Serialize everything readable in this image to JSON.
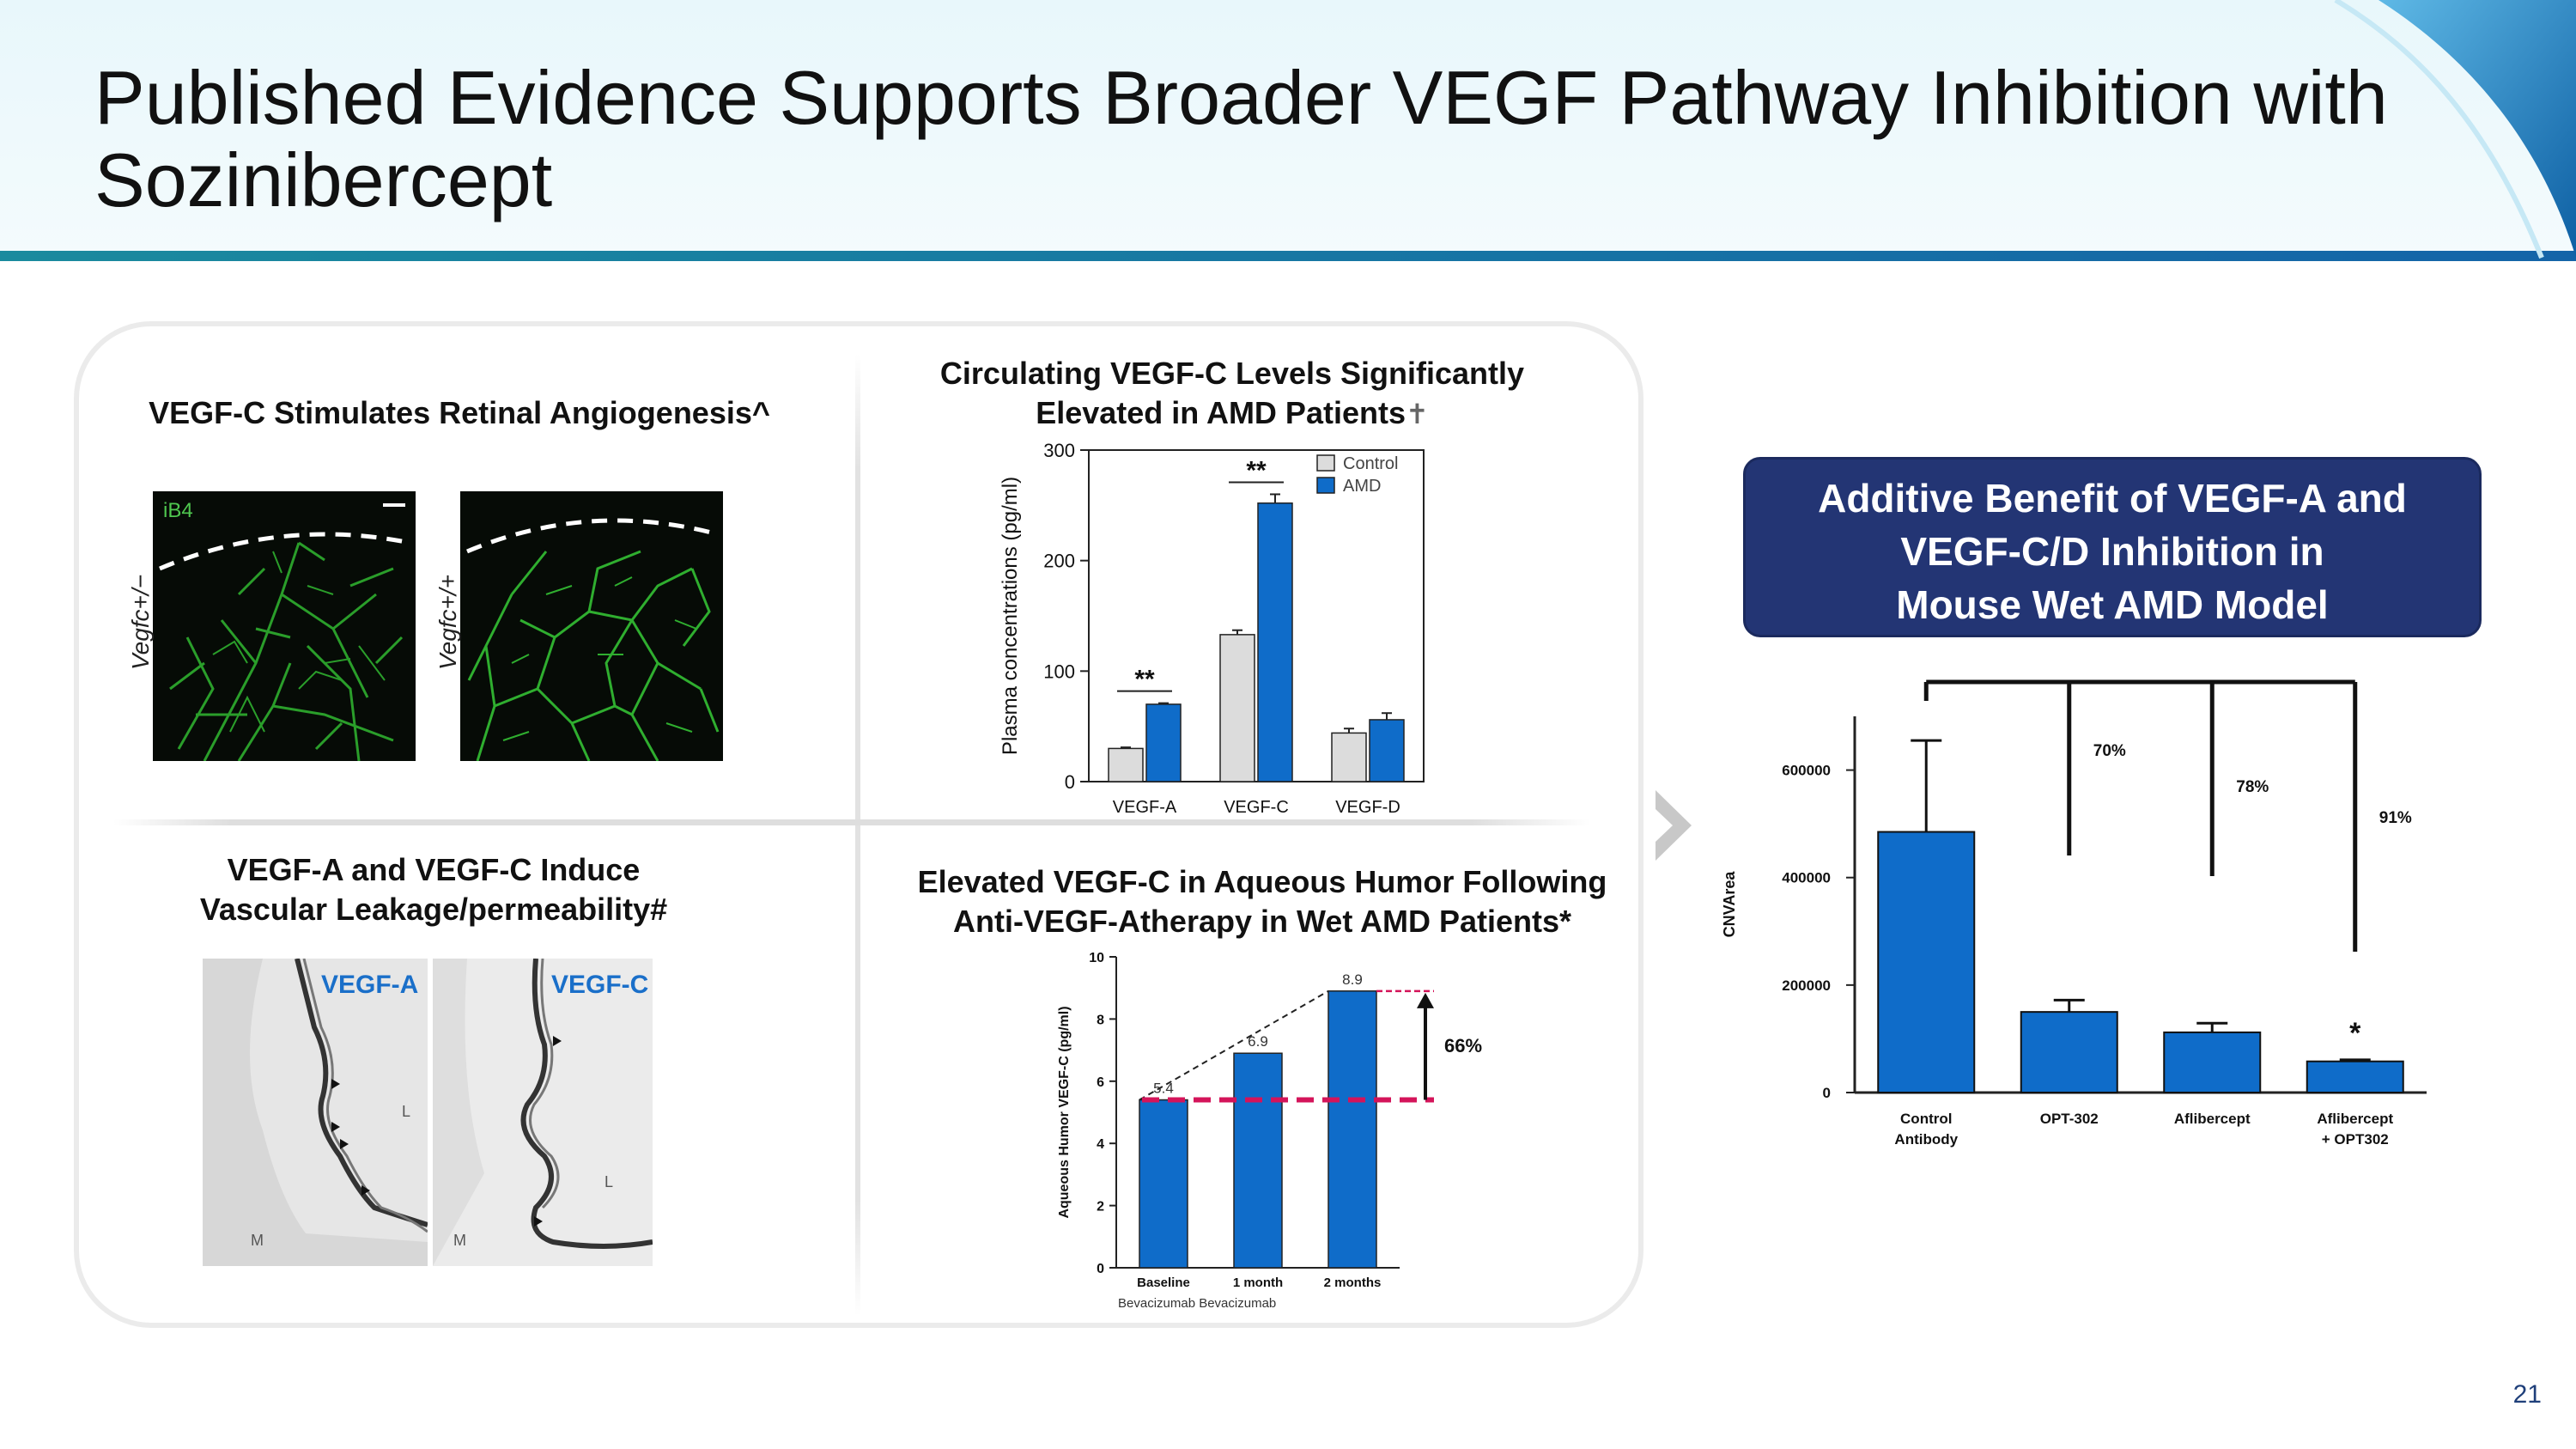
{
  "title": "Published Evidence Supports Broader VEGF Pathway Inhibition with Sozinibercept",
  "page_number": "21",
  "colors": {
    "accent_blue": "#0f6cc9",
    "navy": "#233574",
    "teal": "#1a8a9e",
    "magenta": "#d4145a"
  },
  "panels": {
    "retina": {
      "title": "VEGF-C Stimulates Retinal Angiogenesis^",
      "stain_label": "iB4",
      "genotype_left": "Vegfc+/−",
      "genotype_right": "Vegfc+/+"
    },
    "leakage": {
      "title_line1": "VEGF-A and VEGF-C Induce",
      "title_line2": "Vascular Leakage/permeability#",
      "label_a": "VEGF-A",
      "label_c": "VEGF-C",
      "marker_l": "L",
      "marker_m": "M"
    },
    "plasma": {
      "title_line1": "Circulating VEGF-C Levels Significantly",
      "title_line2": "Elevated in AMD Patients",
      "dagger": "✝"
    },
    "aqueous": {
      "title_line1": "Elevated VEGF-C in Aqueous Humor Following",
      "title_line2": "Anti-VEGF-Atherapy in Wet AMD Patients*"
    },
    "callout": {
      "line1": "Additive Benefit of VEGF-A and",
      "line2": "VEGF-C/D Inhibition in",
      "line3": "Mouse Wet AMD Model"
    }
  },
  "chart_data": [
    {
      "id": "plasma",
      "type": "bar",
      "ylabel": "Plasma concentrations (pg/ml)",
      "categories": [
        "VEGF-A",
        "VEGF-C",
        "VEGF-D"
      ],
      "series": [
        {
          "name": "Control",
          "values": [
            30,
            133,
            44
          ],
          "errors": [
            1,
            4,
            4
          ],
          "color": "#dcdcdc"
        },
        {
          "name": "AMD",
          "values": [
            70,
            252,
            56
          ],
          "errors": [
            1,
            8,
            6
          ],
          "color": "#0f6cc9"
        }
      ],
      "yticks": [
        0,
        100,
        200,
        300
      ],
      "ylim": [
        0,
        300
      ],
      "significance": [
        {
          "category": "VEGF-A",
          "label": "**"
        },
        {
          "category": "VEGF-C",
          "label": "**"
        }
      ],
      "legend_position": "top-right"
    },
    {
      "id": "aqueous",
      "type": "bar",
      "ylabel": "Aqueous Humor VEGF-C (pg/ml)",
      "categories": [
        "Baseline",
        "1 month",
        "2 months"
      ],
      "values": [
        5.4,
        6.9,
        8.9
      ],
      "value_labels": [
        "5.4",
        "6.9",
        "8.9"
      ],
      "yticks": [
        0,
        2,
        4,
        6,
        8,
        10
      ],
      "ylim": [
        0,
        10
      ],
      "sublabel": "Bevacizumab Bevacizumab",
      "increase_label": "66%",
      "color": "#0f6cc9"
    },
    {
      "id": "cnv",
      "type": "bar",
      "ylabel": "CNVArea",
      "categories": [
        "Control Antibody",
        "OPT-302",
        "Aflibercept",
        "Aflibercept + OPT302"
      ],
      "category_lines": [
        [
          "Control",
          "Antibody"
        ],
        [
          "OPT-302"
        ],
        [
          "Aflibercept"
        ],
        [
          "Aflibercept",
          "+ OPT302"
        ]
      ],
      "values": [
        485000,
        150000,
        112000,
        58000
      ],
      "errors": [
        170000,
        22000,
        17000,
        3000
      ],
      "yticks": [
        0,
        200000,
        400000,
        600000
      ],
      "ylim": [
        0,
        700000
      ],
      "reductions": [
        "70%",
        "78%",
        "91%"
      ],
      "significance": [
        {
          "category": "Aflibercept + OPT302",
          "label": "*"
        }
      ],
      "color": "#0f6cc9"
    }
  ]
}
